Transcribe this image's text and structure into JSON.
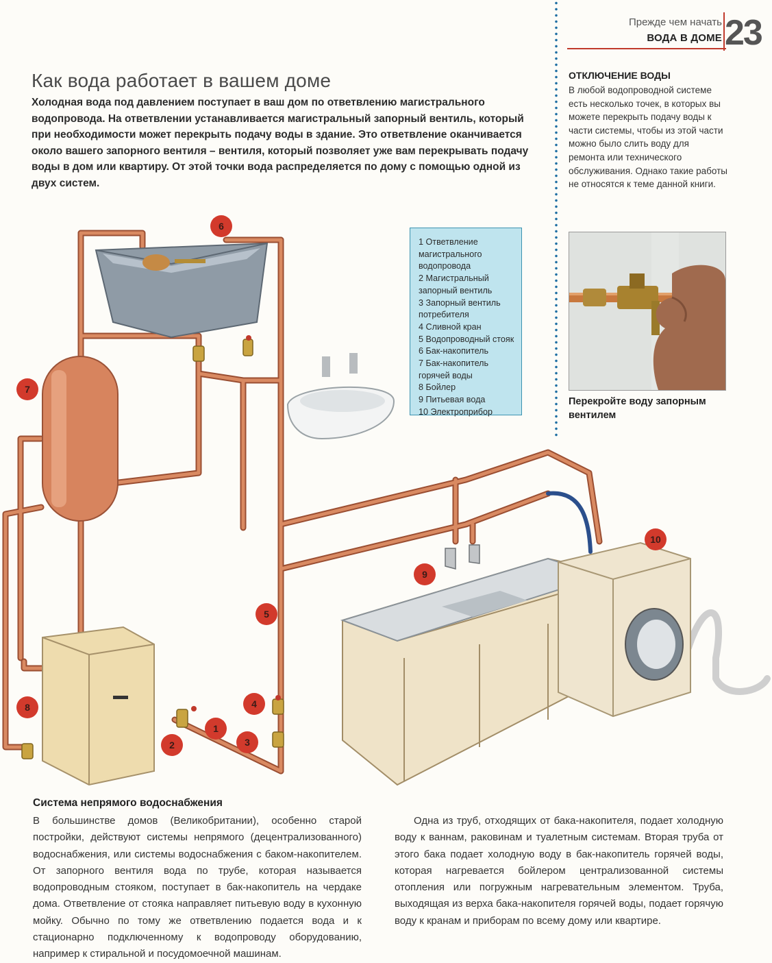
{
  "header": {
    "kicker": "Прежде чем начать",
    "section": "ВОДА В ДОМЕ",
    "page_number": "23"
  },
  "title": "Как вода работает в вашем доме",
  "intro": "Холодная вода под давлением поступает в ваш дом по ответвлению магистрального водопровода. На ответвлении устанавливается магистральный запорный вентиль, который при необходимости может перекрыть подачу воды в здание. Это ответвление оканчивается около вашего запорного вентиля – вентиля, который позволяет уже вам перекрывать подачу воды в дом или квартиру. От этой точки вода распределяется по дому с помощью одной из двух систем.",
  "sidebar": {
    "heading": "ОТКЛЮЧЕНИЕ ВОДЫ",
    "text": "В любой водопроводной системе есть несколько точек, в которых вы можете перекрыть подачу воды к части системы, чтобы из этой части можно было слить воду для ремонта или технического обслуживания. Однако такие работы не относятся к теме данной книги.",
    "photo_caption": "Перекройте воду запорным вентилем"
  },
  "legend": [
    "1 Ответвление магистрального водопровода",
    "2 Магистральный запорный вентиль",
    "3 Запорный вентиль потребителя",
    "4 Сливной кран",
    "5 Водопроводный стояк",
    "6 Бак-накопитель",
    "7 Бак-накопитель горячей воды",
    "8 Бойлер",
    "9 Питьевая вода",
    "10 Электроприбор"
  ],
  "markers": [
    "1",
    "2",
    "3",
    "4",
    "5",
    "6",
    "7",
    "8",
    "9",
    "10"
  ],
  "colors": {
    "accent": "#c0392b",
    "marker": "#d23a2c",
    "pipe": "#c4704d",
    "legend_bg": "#bfe4ee",
    "dots": "#1f6fa3"
  },
  "bottom": {
    "heading": "Система непрямого водоснабжения",
    "left": "В большинстве домов (Великобритании), особенно старой постройки, действуют системы непрямого (децентрализованного) водоснабжения, или системы водоснабжения с баком-накопителем. От запорного вентиля вода по трубе, которая называется водопроводным стояком, поступает в бак-накопитель на чердаке дома. Ответвление от стояка направляет питьевую воду в кухонную мойку. Обычно по тому же ответвлению подается вода и к стационарно подключенному к водопроводу оборудованию, например к стиральной и посудомоечной машинам.",
    "right": "Одна из труб, отходящих от бака-накопителя, подает холодную воду к ваннам, раковинам и туалетным системам. Вторая труба от этого бака подает холодную воду в бак-накопитель горячей воды, которая нагревается бойлером централизованной системы отопления или погружным нагревательным элементом. Труба, выходящая из верха бака-накопителя горячей воды, подает горячую воду к кранам и приборам по всему дому или квартире."
  }
}
